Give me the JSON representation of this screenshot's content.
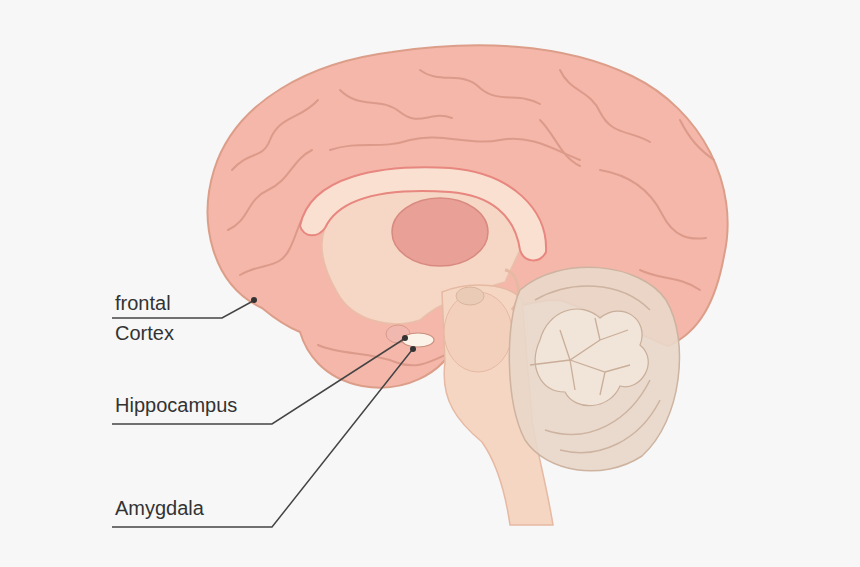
{
  "diagram": {
    "labels": [
      "frontal Cortex",
      "Hippocampus",
      "Amygdala"
    ]
  }
}
